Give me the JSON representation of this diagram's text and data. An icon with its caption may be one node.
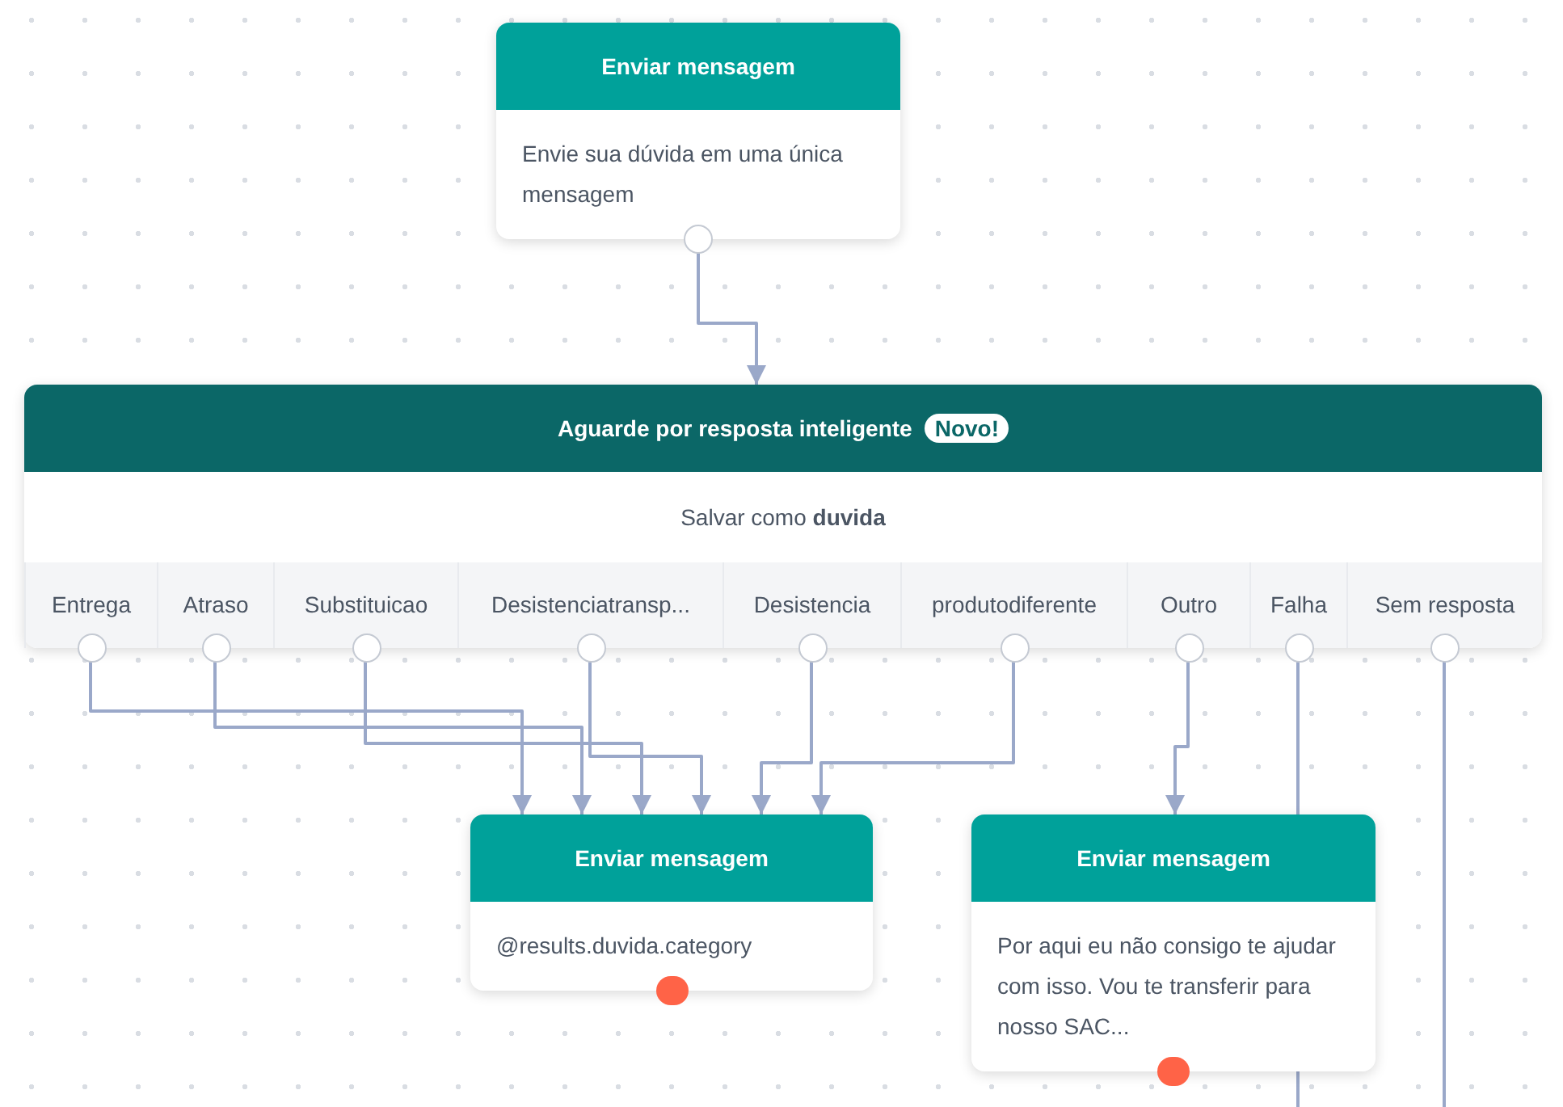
{
  "diagram": {
    "nodes": [
      {
        "text": [
          "Enviar mensagem",
          "Envie sua dúvida em uma única mensagem"
        ]
      },
      {
        "text": [
          "Aguarde por resposta inteligente",
          "Novo!",
          "Salvar como **duvida**"
        ]
      },
      {
        "text": [
          "Entrega"
        ],
        "in": 1
      },
      {
        "text": [
          "Atraso"
        ],
        "in": 1
      },
      {
        "text": [
          "Substituicao"
        ],
        "in": 1
      },
      {
        "text": [
          "Desistenciatransp..."
        ],
        "in": 1
      },
      {
        "text": [
          "Desistencia"
        ],
        "in": 1
      },
      {
        "text": [
          "produtodiferente"
        ],
        "in": 1
      },
      {
        "text": [
          "Outro"
        ],
        "in": 1
      },
      {
        "text": [
          "Falha"
        ],
        "in": 1
      },
      {
        "text": [
          "Sem resposta"
        ],
        "in": 1
      },
      {
        "text": [
          "Enviar mensagem",
          "@results.duvida.category"
        ]
      },
      {
        "text": [
          "Enviar mensagem",
          "Por aqui eu não consigo te ajudar com isso. Vou te transferir para nosso SAC..."
        ]
      }
    ],
    "edges": [
      {
        "from": 0,
        "to": 1,
        "arrow": "to"
      },
      {
        "from": 2,
        "to": 11,
        "arrow": "to"
      },
      {
        "from": 3,
        "to": 11,
        "arrow": "to"
      },
      {
        "from": 4,
        "to": 11,
        "arrow": "to"
      },
      {
        "from": 5,
        "to": 11,
        "arrow": "to"
      },
      {
        "from": 6,
        "to": 11,
        "arrow": "to"
      },
      {
        "from": 7,
        "to": 11,
        "arrow": "to"
      },
      {
        "from": 8,
        "to": 12,
        "arrow": "to"
      },
      {
        "from": 9,
        "to": null,
        "arrow": "none"
      },
      {
        "from": 10,
        "to": null,
        "arrow": "none"
      }
    ]
  }
}
